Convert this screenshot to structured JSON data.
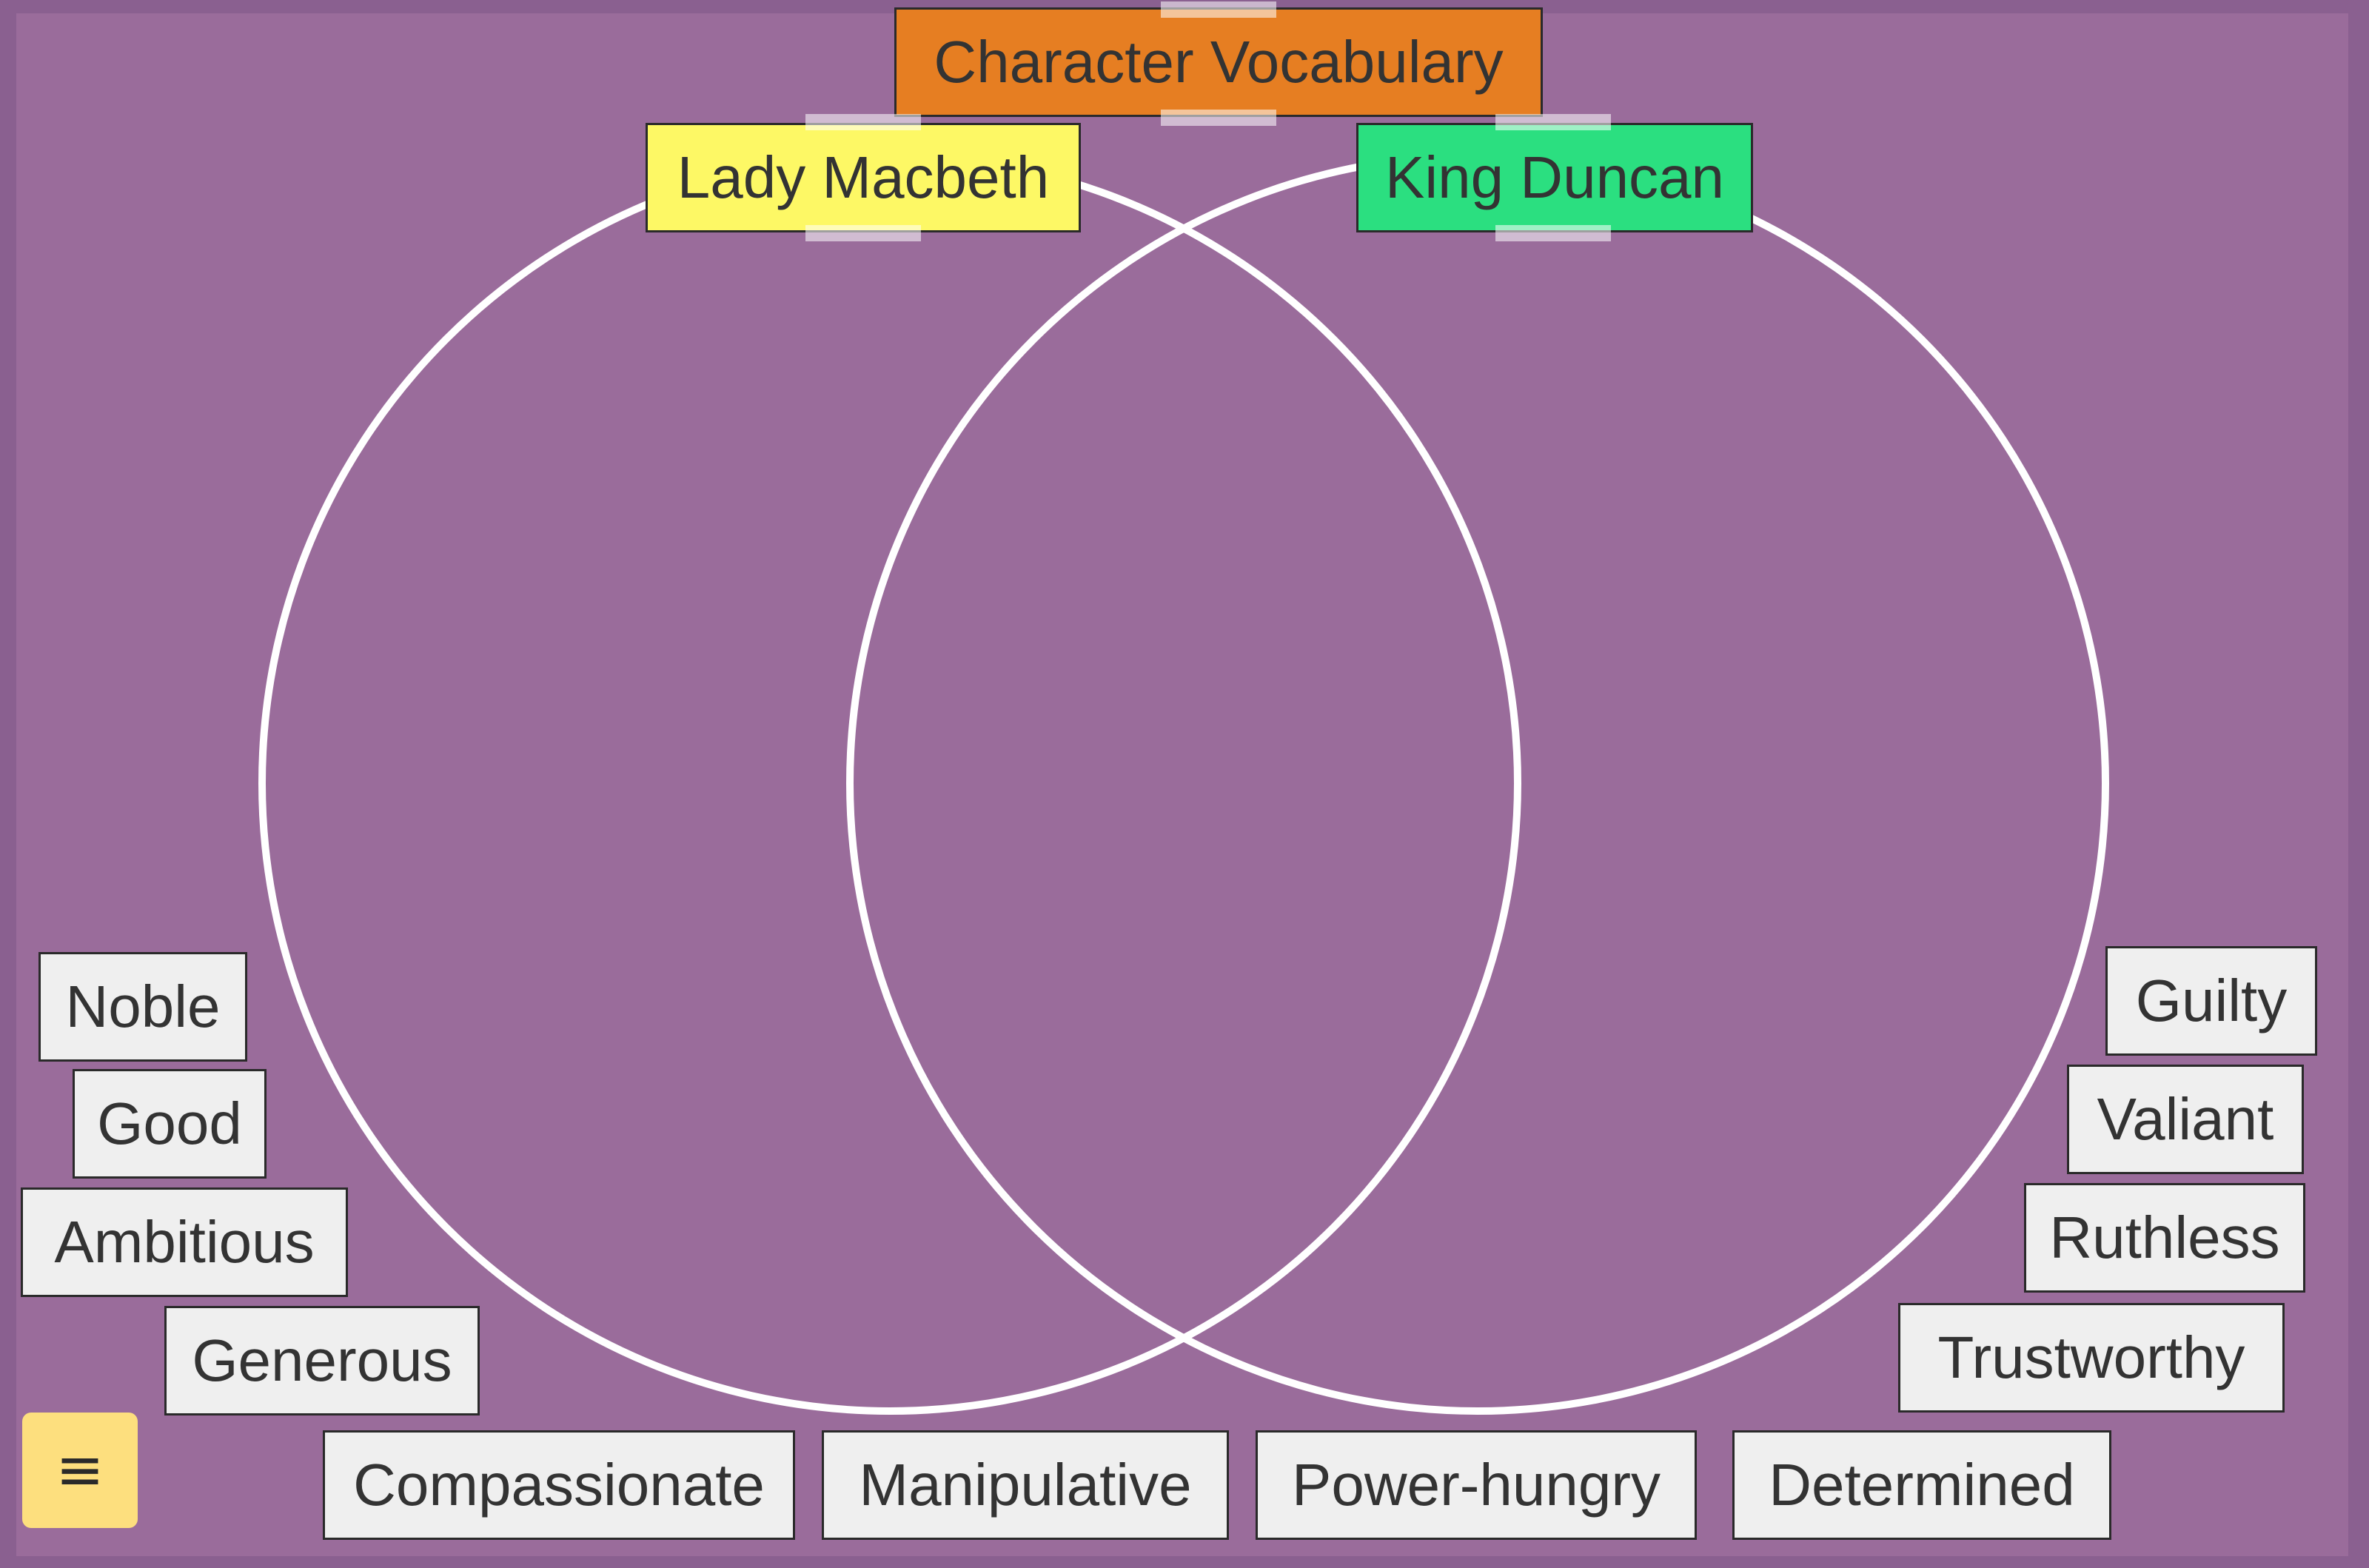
{
  "title": "Character Vocabulary",
  "sets": [
    {
      "label": "Lady Macbeth",
      "color": "#fdf865"
    },
    {
      "label": "King Duncan",
      "color": "#2bdf80"
    }
  ],
  "words": [
    "Noble",
    "Good",
    "Ambitious",
    "Generous",
    "Compassionate",
    "Manipulative",
    "Power-hungry",
    "Determined",
    "Trustworthy",
    "Ruthless",
    "Valiant",
    "Guilty"
  ],
  "menu": {
    "icon": "menu-icon",
    "glyph": "≡"
  },
  "colors": {
    "background": "#9a6c9b",
    "title": "#e67e22",
    "card": "#efefef",
    "circle": "#ffffff"
  }
}
